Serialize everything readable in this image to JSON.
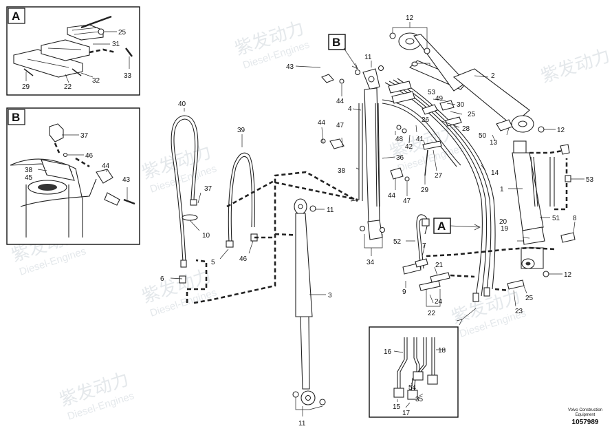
{
  "watermark": {
    "cn": "紫发动力",
    "en": "Diesel-Engines"
  },
  "insets": {
    "a": {
      "tag": "A",
      "labels": [
        "25",
        "31",
        "33",
        "29",
        "22",
        "32"
      ]
    },
    "b": {
      "tag": "B",
      "labels": [
        "37",
        "46",
        "38",
        "45",
        "44",
        "43"
      ]
    }
  },
  "callout_tags": [
    "B",
    "A"
  ],
  "main_labels": {
    "l40": "40",
    "l39": "39",
    "l37": "37",
    "l10": "10",
    "l5": "5",
    "l46": "46",
    "l6": "6",
    "l11a": "11",
    "l11b": "11",
    "l11c": "11",
    "l3": "3",
    "l43": "43",
    "l44a": "44",
    "l4": "4",
    "l38": "38",
    "l36": "36",
    "l44b": "44",
    "l47a": "47",
    "l44c": "44",
    "l47b": "47",
    "l34": "34",
    "l12a": "12",
    "l2": "2",
    "l49": "49",
    "l53a": "53",
    "l30": "30",
    "l25a": "25",
    "l26": "26",
    "l28": "28",
    "l48": "48",
    "l42": "42",
    "l41": "41",
    "l50": "50",
    "l13": "13",
    "l12b": "12",
    "l27": "27",
    "l29": "29",
    "l14": "14",
    "l1": "1",
    "l53b": "53",
    "l51": "51",
    "l20": "20",
    "l19": "19",
    "l8": "8",
    "l52": "52",
    "l7": "7",
    "l21": "21",
    "l9": "9",
    "l24": "24",
    "l22": "22",
    "l23": "23",
    "l25b": "25",
    "l12c": "12",
    "l16": "16",
    "l18": "18",
    "l54": "54",
    "l35": "35",
    "l15": "15",
    "l17": "17"
  },
  "footer": {
    "line1": "Volvo Construction",
    "line2": "Equipment",
    "number": "1057989"
  }
}
